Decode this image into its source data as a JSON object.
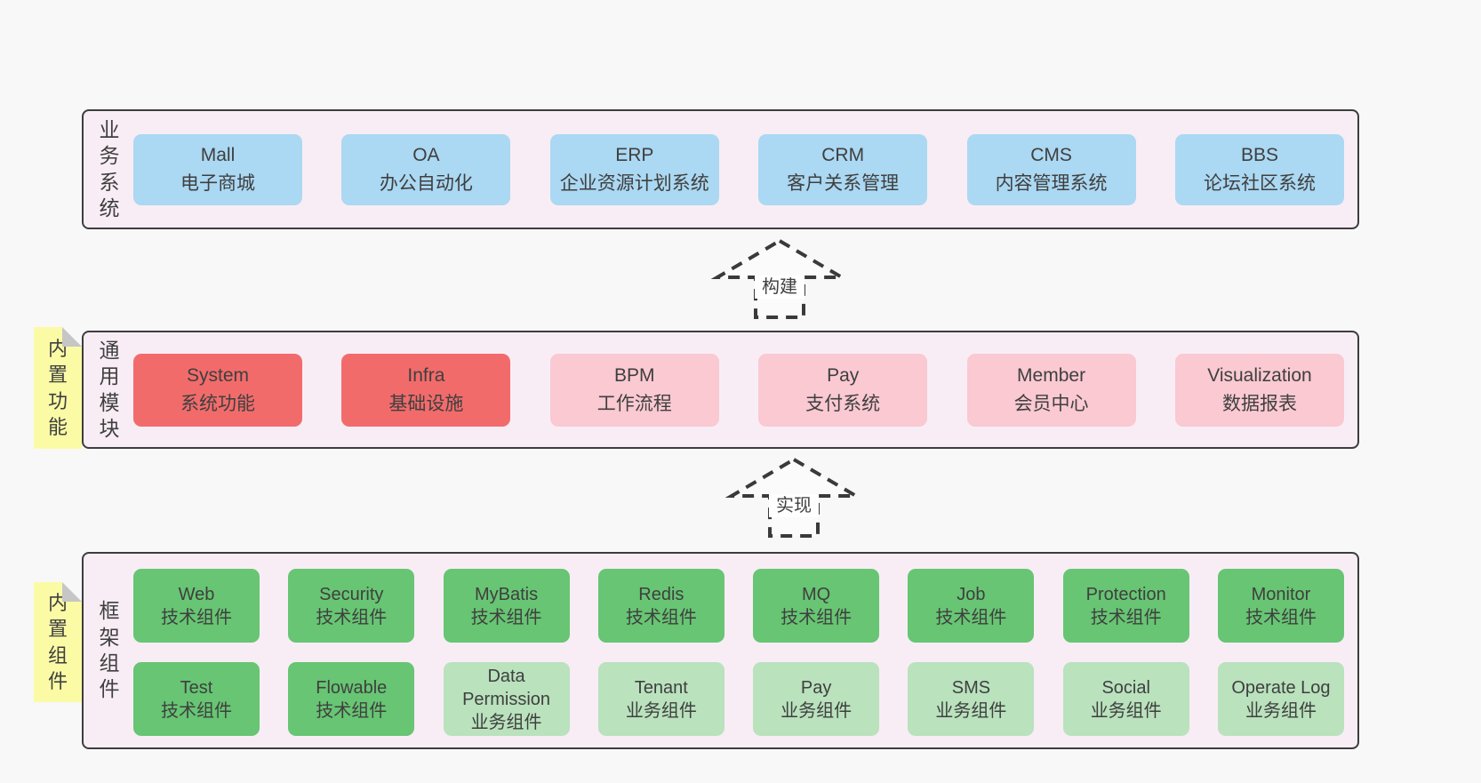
{
  "colors": {
    "page_bg": "#f8f8f8",
    "panel_bg": "#f8edf5",
    "panel_border": "#3d3d3d",
    "blue": "#abd8f2",
    "red": "#f26b6b",
    "pink": "#fac9d2",
    "green": "#67c573",
    "light_green": "#b9e2bd",
    "yellow": "#fbfba6",
    "fold_gray": "#c6c6c6",
    "text": "#3f3f3f",
    "arrow_line": "#3a3a3a",
    "label_bg": "#ffffff"
  },
  "arrows": [
    {
      "label": "构建"
    },
    {
      "label": "实现"
    }
  ],
  "sections": {
    "business": {
      "label": "业务系统",
      "boxes": [
        {
          "title": "Mall",
          "subtitle": "电子商城"
        },
        {
          "title": "OA",
          "subtitle": "办公自动化"
        },
        {
          "title": "ERP",
          "subtitle": "企业资源计划系统"
        },
        {
          "title": "CRM",
          "subtitle": "客户关系管理"
        },
        {
          "title": "CMS",
          "subtitle": "内容管理系统"
        },
        {
          "title": "BBS",
          "subtitle": "论坛社区系统"
        }
      ]
    },
    "modules": {
      "label": "通用模块",
      "tag": "内置功能",
      "boxes": [
        {
          "title": "System",
          "subtitle": "系统功能"
        },
        {
          "title": "Infra",
          "subtitle": "基础设施"
        },
        {
          "title": "BPM",
          "subtitle": "工作流程"
        },
        {
          "title": "Pay",
          "subtitle": "支付系统"
        },
        {
          "title": "Member",
          "subtitle": "会员中心"
        },
        {
          "title": "Visualization",
          "subtitle": "数据报表"
        }
      ]
    },
    "framework": {
      "label": "框架组件",
      "tag": "内置组件",
      "rows": [
        [
          {
            "title": "Web",
            "subtitle": "技术组件"
          },
          {
            "title": "Security",
            "subtitle": "技术组件"
          },
          {
            "title": "MyBatis",
            "subtitle": "技术组件"
          },
          {
            "title": "Redis",
            "subtitle": "技术组件"
          },
          {
            "title": "MQ",
            "subtitle": "技术组件"
          },
          {
            "title": "Job",
            "subtitle": "技术组件"
          },
          {
            "title": "Protection",
            "subtitle": "技术组件"
          },
          {
            "title": "Monitor",
            "subtitle": "技术组件"
          }
        ],
        [
          {
            "title": "Test",
            "subtitle": "技术组件"
          },
          {
            "title": "Flowable",
            "subtitle": "技术组件"
          },
          {
            "title": "Data Permission",
            "subtitle": "业务组件"
          },
          {
            "title": "Tenant",
            "subtitle": "业务组件"
          },
          {
            "title": "Pay",
            "subtitle": "业务组件"
          },
          {
            "title": "SMS",
            "subtitle": "业务组件"
          },
          {
            "title": "Social",
            "subtitle": "业务组件"
          },
          {
            "title": "Operate Log",
            "subtitle": "业务组件"
          }
        ]
      ]
    }
  }
}
